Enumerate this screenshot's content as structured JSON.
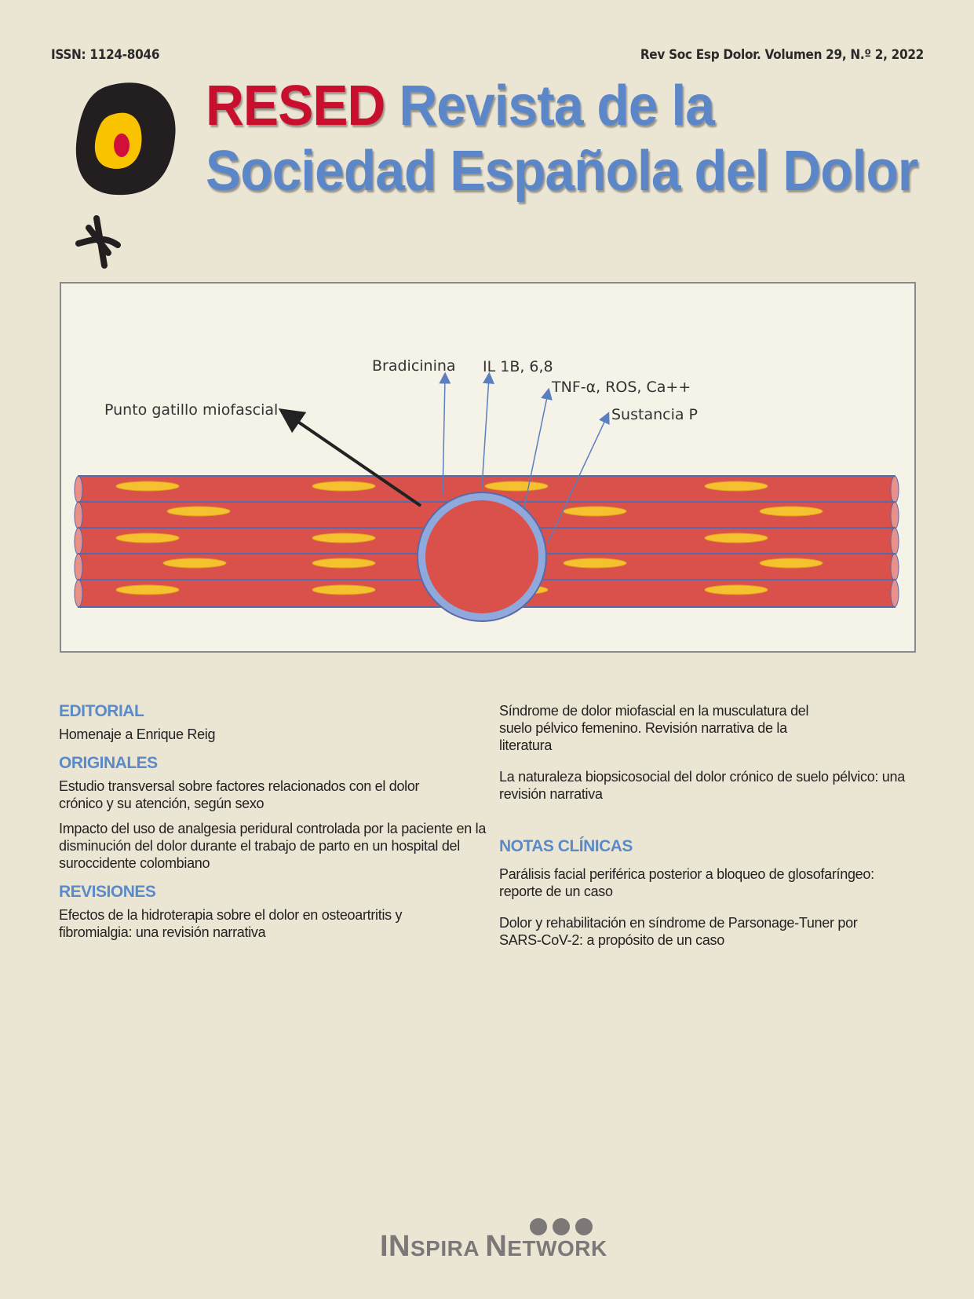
{
  "header": {
    "issn": "ISSN: 1124-8046",
    "citation": "Rev Soc Esp Dolor. Volumen 29, N.º 2, 2022"
  },
  "title": {
    "acronym": "RESED",
    "line1": "Revista de la",
    "line2": "Sociedad Española del Dolor"
  },
  "figure": {
    "labels": {
      "trigger_point": "Punto gatillo miofascial",
      "bradicinina": "Bradicinina",
      "il": "IL 1B, 6,8",
      "tnf": "TNF-α, ROS, Ca++",
      "sustancia": "Sustancia P"
    },
    "colors": {
      "fiber": "#d9514a",
      "nucleus": "#f6c12e",
      "outline": "#5a6aa8",
      "ring": "#8fa9dc"
    }
  },
  "contents": {
    "editorial": {
      "heading": "EDITORIAL",
      "articles": [
        "Homenaje a Enrique Reig"
      ]
    },
    "originales": {
      "heading": "ORIGINALES",
      "articles": [
        "Estudio transversal sobre factores relacionados con el dolor crónico y su atención, según sexo",
        "Impacto del uso de analgesia peridural controlada por la paciente en la disminución del dolor durante el trabajo de parto en un hospital del suroccidente colombiano"
      ]
    },
    "revisiones": {
      "heading": "REVISIONES",
      "articles": [
        "Efectos de la hidroterapia sobre el dolor en osteoartritis y fibromialgia: una revisión narrativa",
        "Síndrome de dolor miofascial en la musculatura del suelo pélvico femenino. Revisión narrativa de la literatura",
        "La naturaleza biopsicosocial del dolor crónico de suelo pélvico: una revisión narrativa"
      ]
    },
    "notas": {
      "heading": "NOTAS CLÍNICAS",
      "articles": [
        "Parálisis facial periférica posterior a bloqueo de glosofaríngeo: reporte de un caso",
        "Dolor y rehabilitación en síndrome de Parsonage-Tuner por SARS-CoV-2: a propósito de un caso"
      ]
    }
  },
  "publisher": {
    "name_a": "IN",
    "name_b": "SPIRA ",
    "name_c": "N",
    "name_d": "ETWORK"
  }
}
